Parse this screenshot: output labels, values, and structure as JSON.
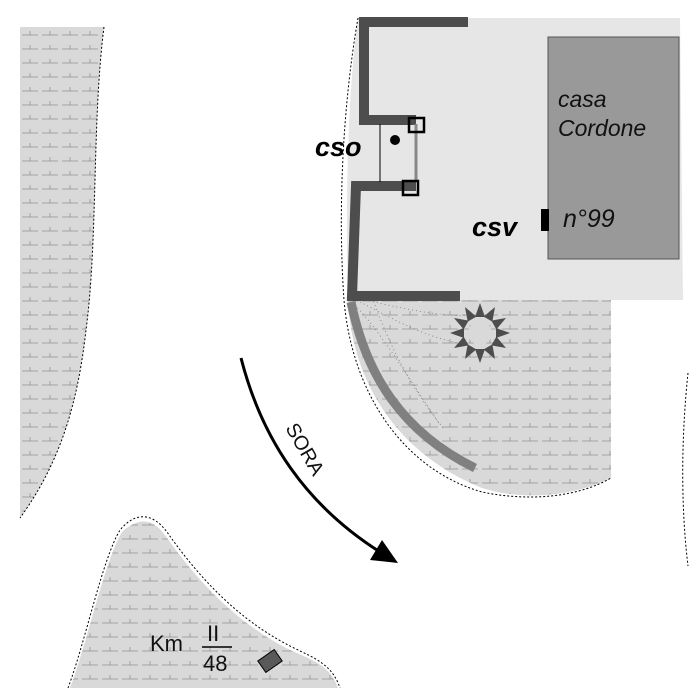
{
  "map": {
    "labels": {
      "cso": "cso",
      "csv": "csv",
      "house_line1": "casa",
      "house_line2": "Cordone",
      "house_number": "n°99",
      "road": "SORA",
      "km_prefix": "Km",
      "km_numerator": "II",
      "km_denominator": "48"
    },
    "colors": {
      "paved_area": "#e6e6e6",
      "grass_area": "#d9d9d9",
      "grass_tick": "#8c8c8c",
      "building": "#999999",
      "wall": "#4d4d4d",
      "kerb": "#808080",
      "tree": "#4d4d4d",
      "marker": "#595959"
    }
  }
}
